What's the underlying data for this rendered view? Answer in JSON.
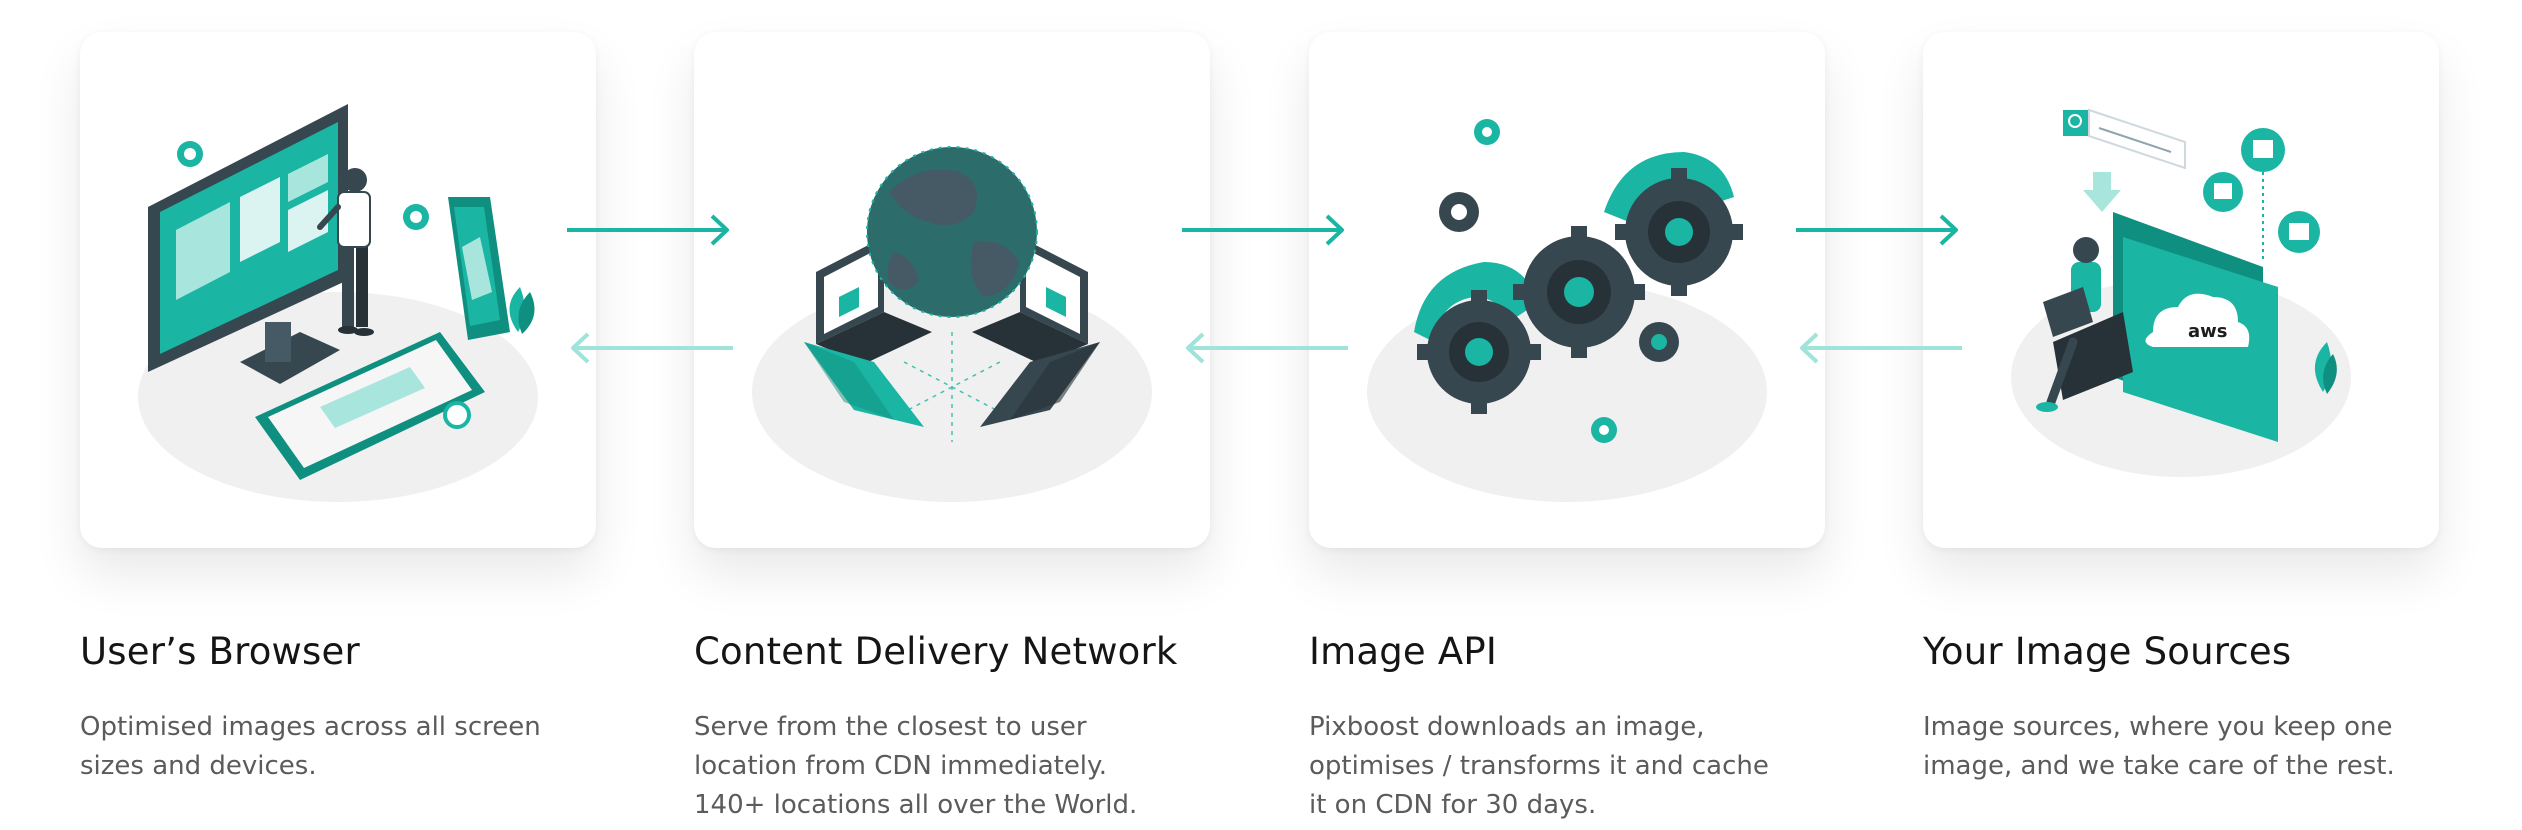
{
  "colors": {
    "accent": "#1ab5a3",
    "accent_dark": "#0f8f80",
    "dark": "#37474f",
    "platform": "#f0f0f0"
  },
  "steps": [
    {
      "title": "User’s Browser",
      "description": "Optimised images across all screen\nsizes and devices.",
      "icon": "browser-devices-illustration"
    },
    {
      "title": "Content Delivery Network",
      "description": "Serve from the closest to user\nlocation  from CDN immediately.\n140+ locations all over the World.",
      "icon": "globe-network-illustration"
    },
    {
      "title": "Image API",
      "description": "Pixboost downloads an image,\noptimises / transforms it and cache\nit on CDN for 30 days.",
      "icon": "gears-illustration"
    },
    {
      "title": "Your Image Sources",
      "description": "Image sources, where you keep one\nimage, and we take care of the rest.",
      "icon": "cloud-storage-illustration",
      "badge": "aws"
    }
  ]
}
